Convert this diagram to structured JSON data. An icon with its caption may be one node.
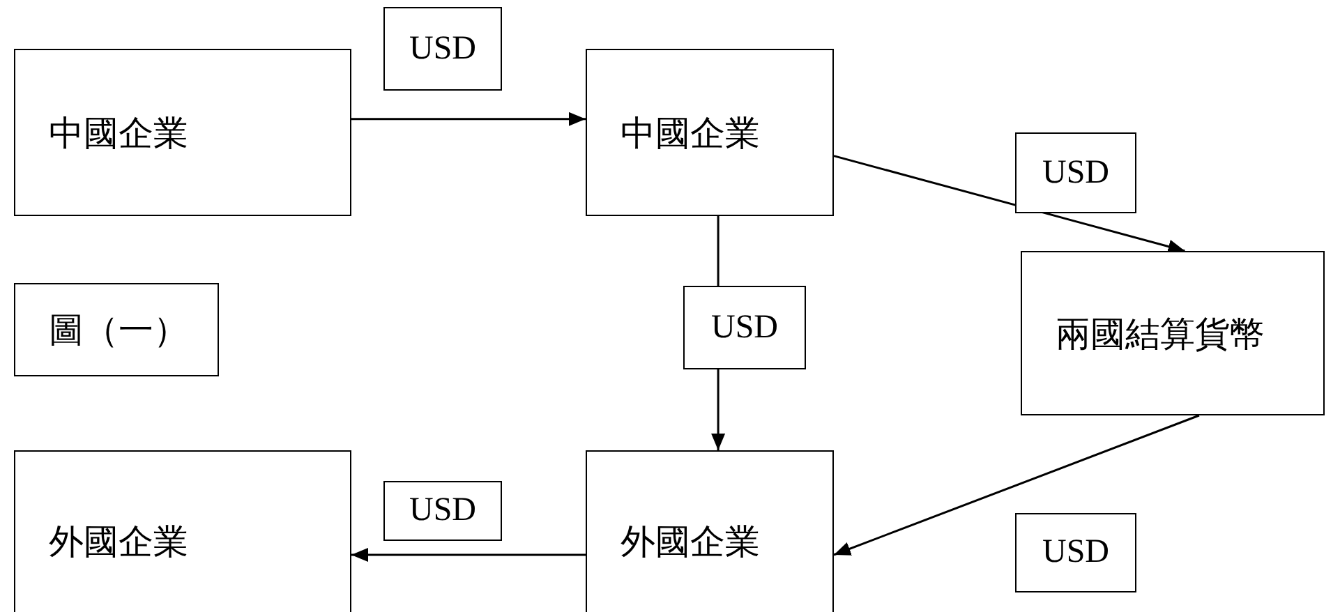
{
  "diagram": {
    "nodes": [
      {
        "text": [
          "中國企業"
        ]
      },
      {
        "text": [
          "中國企業"
        ]
      },
      {
        "text": [
          "兩國結算貨幣"
        ]
      },
      {
        "text": [
          "圖（一）"
        ]
      },
      {
        "text": [
          "外國企業"
        ]
      },
      {
        "text": [
          "外國企業"
        ]
      }
    ],
    "edges": [
      {
        "from": 0,
        "to": 1,
        "arrow": "to",
        "label": "USD"
      },
      {
        "from": 1,
        "to": 2,
        "arrow": "to",
        "label": "USD"
      },
      {
        "from": 1,
        "to": 5,
        "arrow": "to",
        "label": "USD"
      },
      {
        "from": 2,
        "to": 5,
        "arrow": "to",
        "label": "USD"
      },
      {
        "from": 5,
        "to": 4,
        "arrow": "to",
        "label": "USD"
      }
    ]
  }
}
